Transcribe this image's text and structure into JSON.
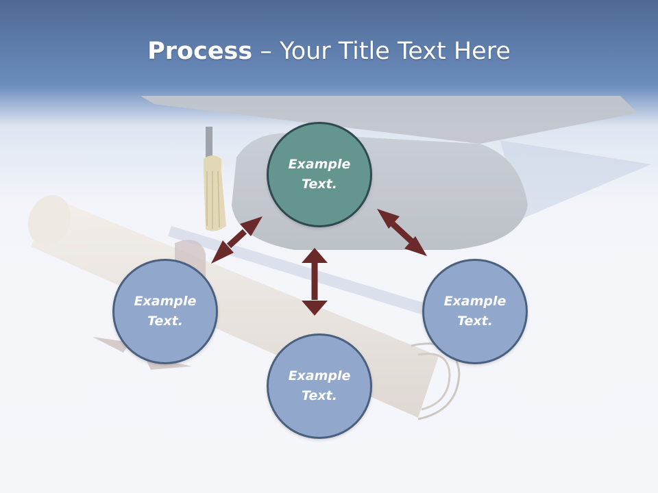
{
  "slide": {
    "title_strong": "Process",
    "title_rest": " – Your Title Text Here"
  },
  "diagram": {
    "center": {
      "label": "Example Text.",
      "color": "#64958f"
    },
    "left": {
      "label": "Example Text.",
      "color": "#91a8cc"
    },
    "bottom": {
      "label": "Example Text.",
      "color": "#91a8cc"
    },
    "right": {
      "label": "Example Text.",
      "color": "#91a8cc"
    },
    "arrow_color": "#6b2a2a"
  }
}
